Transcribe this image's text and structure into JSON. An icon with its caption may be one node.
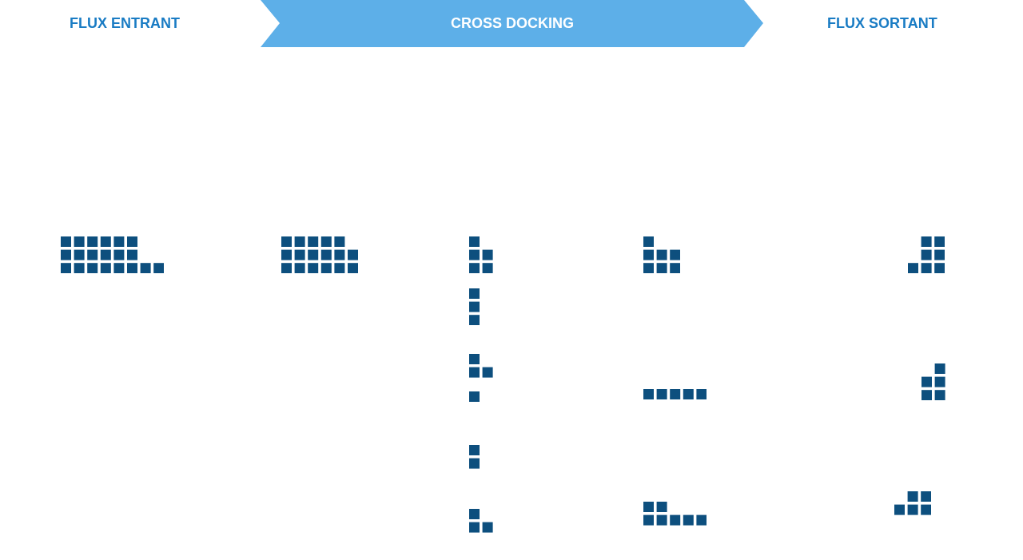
{
  "diagram": {
    "nodes": [
      {
        "text": [
          "CROSS DOCKING"
        ]
      }
    ],
    "labels": [
      "FLUX ENTRANT",
      "FLUX SORTANT"
    ]
  }
}
